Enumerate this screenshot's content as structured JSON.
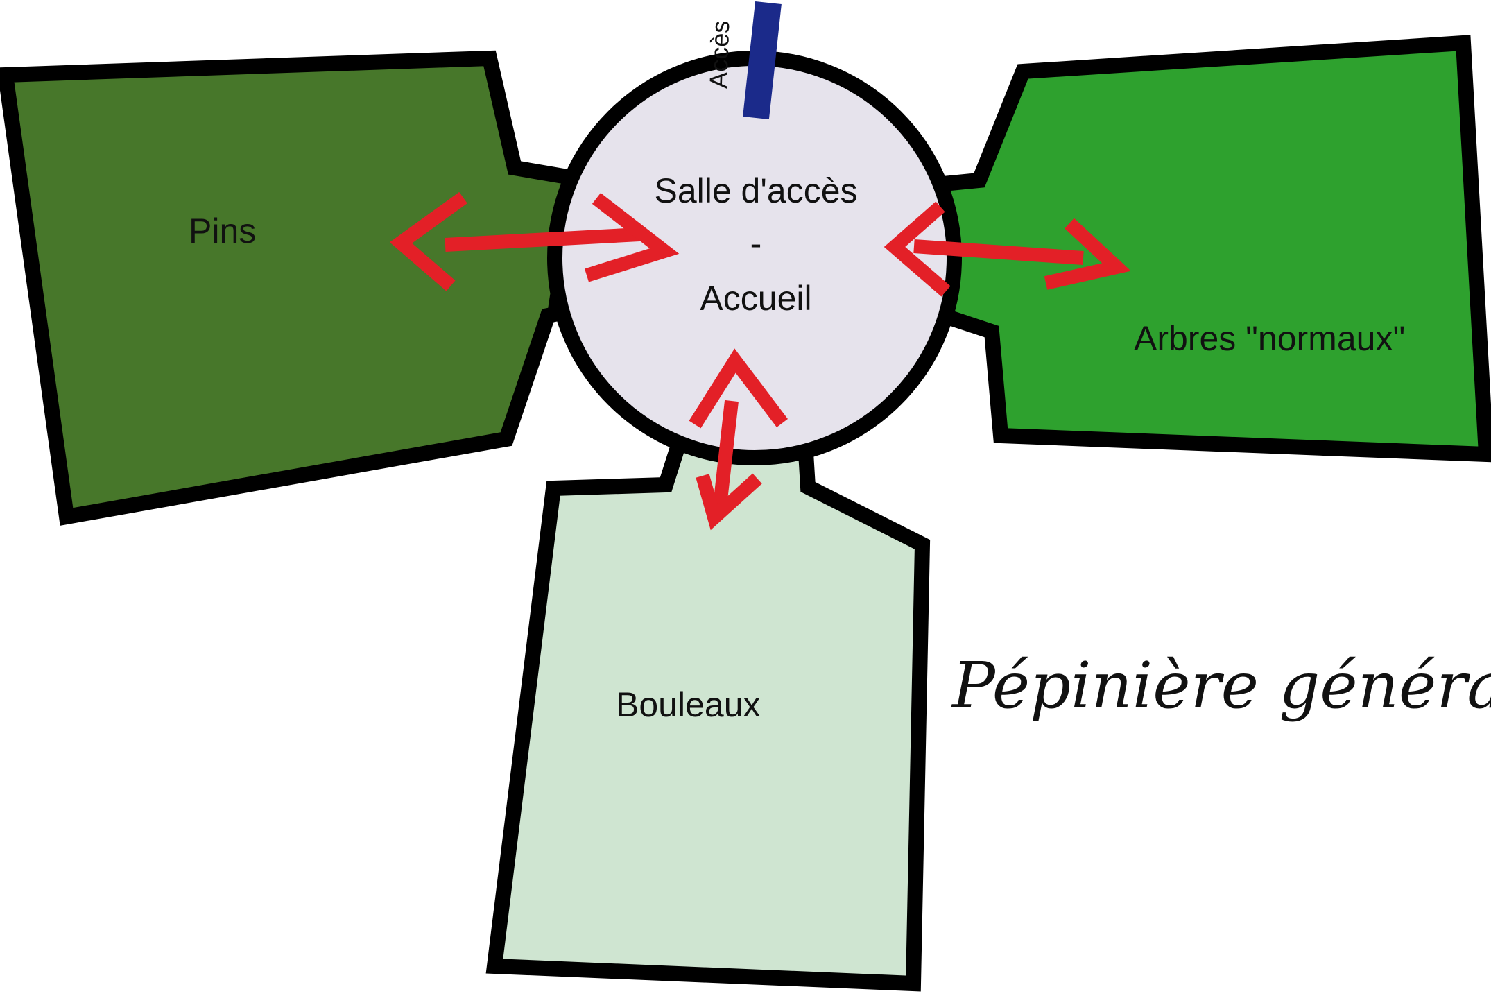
{
  "diagram": {
    "zones": {
      "pins": {
        "label": "Pins",
        "color": "#47772a"
      },
      "normaux": {
        "label": "Arbres \"normaux\"",
        "color": "#2ea12e"
      },
      "bouleaux": {
        "label": "Bouleaux",
        "color": "#cfe5d1"
      },
      "accueil": {
        "line1": "Salle d'accès",
        "line2": "-",
        "line3": "Accueil",
        "color": "#e6e3ec"
      }
    },
    "access": {
      "label": "Accès",
      "color": "#1b2a8a"
    },
    "arrow_color": "#e32027",
    "title": "Pépinière générale"
  }
}
